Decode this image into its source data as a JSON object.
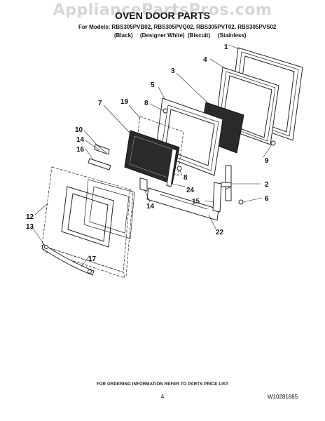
{
  "watermark": "AppliancePartsPros.com",
  "title": "OVEN DOOR PARTS",
  "models_line": "For Models: RBS305PVB02, RBS305PVQ02, RBS305PVT02, RBS305PVS02",
  "finishes": [
    "(Black)",
    "(Designer White)",
    "(Biscuit)",
    "(Stainless)"
  ],
  "callouts": [
    "1",
    "2",
    "3",
    "4",
    "5",
    "6",
    "7",
    "8",
    "8",
    "9",
    "10",
    "12",
    "13",
    "14",
    "14",
    "15",
    "16",
    "17",
    "19",
    "22",
    "24"
  ],
  "footer_note": "FOR ORDERING INFORMATION REFER TO PARTS PRICE LIST",
  "page_number": "4",
  "doc_number": "W10281885"
}
